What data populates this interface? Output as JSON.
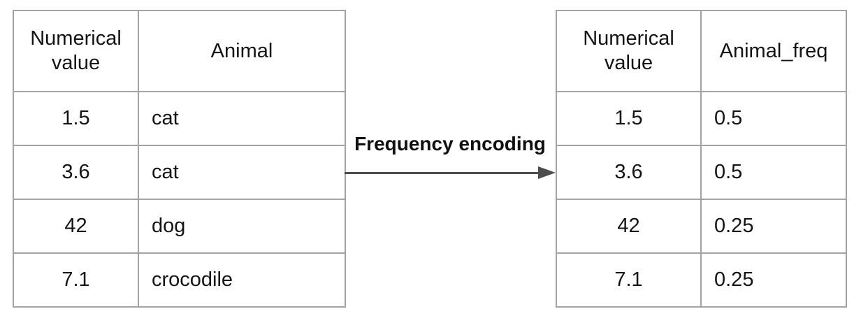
{
  "diagram": {
    "arrow_label": "Frequency encoding"
  },
  "left_table": {
    "headers": [
      "Numerical value",
      "Animal"
    ],
    "rows": [
      [
        "1.5",
        "cat"
      ],
      [
        "3.6",
        "cat"
      ],
      [
        "42",
        "dog"
      ],
      [
        "7.1",
        "crocodile"
      ]
    ]
  },
  "right_table": {
    "headers": [
      "Numerical value",
      "Animal_freq"
    ],
    "rows": [
      [
        "1.5",
        "0.5"
      ],
      [
        "3.6",
        "0.5"
      ],
      [
        "42",
        "0.25"
      ],
      [
        "7.1",
        "0.25"
      ]
    ]
  },
  "colors": {
    "table_border": "#a3a3a3",
    "arrow": "#4d4d4d",
    "text": "#141414"
  }
}
